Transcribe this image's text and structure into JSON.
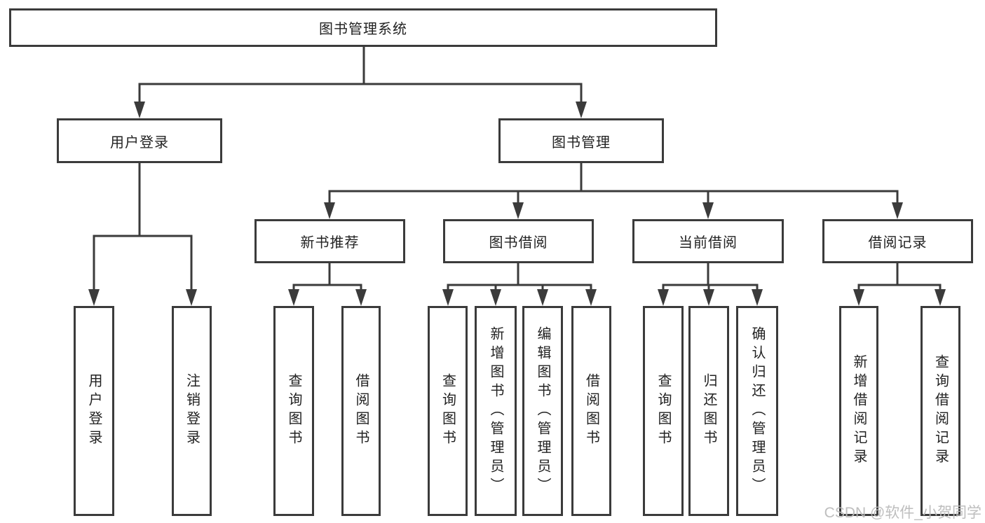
{
  "diagram": {
    "root": {
      "label": "图书管理系统"
    },
    "branches": [
      {
        "label": "用户登录",
        "children": [
          {
            "label": "用户登录"
          },
          {
            "label": "注销登录"
          }
        ]
      },
      {
        "label": "图书管理",
        "children": [
          {
            "label": "新书推荐",
            "children": [
              {
                "label": "查询图书"
              },
              {
                "label": "借阅图书"
              }
            ]
          },
          {
            "label": "图书借阅",
            "children": [
              {
                "label": "查询图书"
              },
              {
                "label": "新增图书（管理员）"
              },
              {
                "label": "编辑图书（管理员）"
              },
              {
                "label": "借阅图书"
              }
            ]
          },
          {
            "label": "当前借阅",
            "children": [
              {
                "label": "查询图书"
              },
              {
                "label": "归还图书"
              },
              {
                "label": "确认归还（管理员）"
              }
            ]
          },
          {
            "label": "借阅记录",
            "children": [
              {
                "label": "新增借阅记录"
              },
              {
                "label": "查询借阅记录"
              }
            ]
          }
        ]
      }
    ]
  },
  "watermark": {
    "text": "CSDN @软件_小贺同学"
  },
  "colors": {
    "line": "#3b3b3b",
    "text": "#222222",
    "box_background": "#ffffff",
    "watermark": "#bbbbbb"
  }
}
